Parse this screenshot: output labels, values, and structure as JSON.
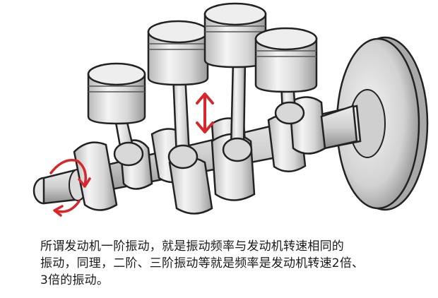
{
  "caption": {
    "line1": "所谓发动机一阶振动，就是振动频率与发动机转速相同的",
    "line2": "振动，同理，二阶、三阶振动等就是频率是发动机转速2倍、",
    "line3": "3倍的振动。"
  },
  "colors": {
    "metal_light": "#f2f2f2",
    "metal_mid": "#c8c8c8",
    "metal_dark": "#7a7a7a",
    "outline": "#222222",
    "arrow_red": "#d9262b"
  },
  "icons": {
    "vertical_arrow": "double-headed-vertical-arrow",
    "rotation_arrows": "rotation-arrows"
  }
}
